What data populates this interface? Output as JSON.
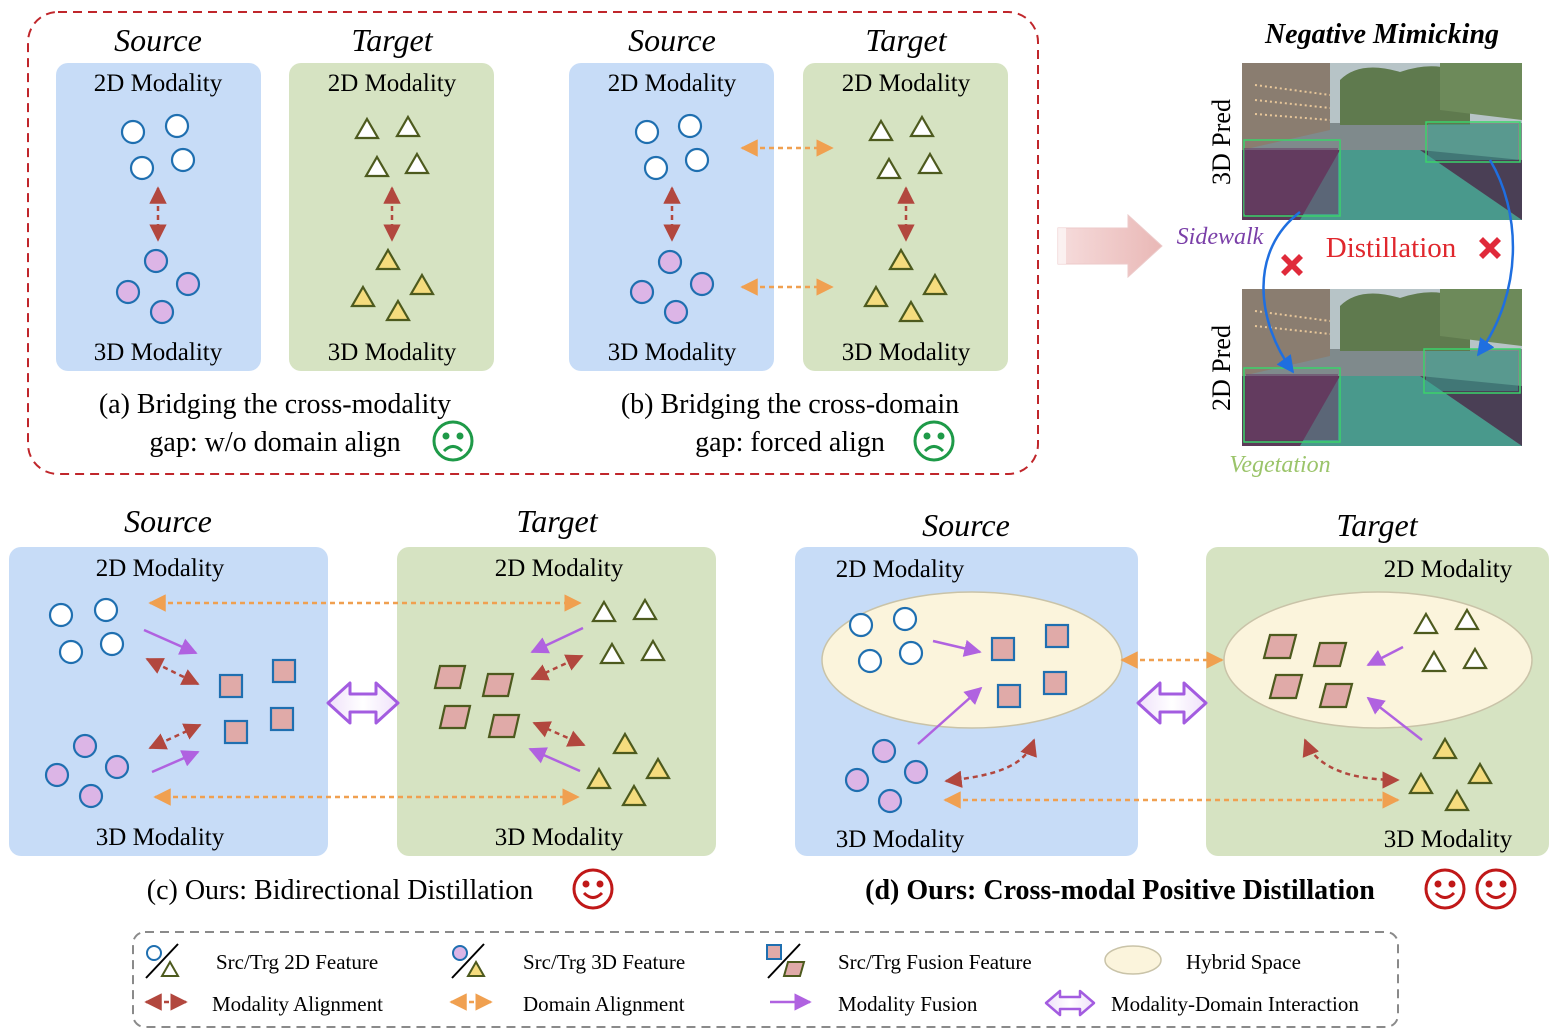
{
  "colors": {
    "source_panel": "#c7dcf7",
    "target_panel": "#d6e3c2",
    "circle_2d_stroke": "#1f6fb0",
    "circle_3d_fill": "#dcb5e6",
    "triangle_2d_fill": "#ffffff",
    "triangle_3d_fill": "#f5dc7e",
    "triangle_stroke": "#4d5a1e",
    "fusion_fill": "#e0aaa8",
    "modality_alignment": "#b2473e",
    "domain_alignment": "#f0a050",
    "modality_fusion": "#b062e0",
    "hybrid_space": "#fbf4dc",
    "sad_face": "#1e9a48",
    "happy_face": "#c01818",
    "dashed_border": "#c0262b"
  },
  "labels": {
    "source": "Source",
    "target": "Target",
    "mod_2d": "2D Modality",
    "mod_3d": "3D Modality"
  },
  "captions": {
    "a_line1": "(a) Bridging the cross-modality",
    "a_line2": "gap: w/o domain align",
    "b_line1": "(b) Bridging the cross-domain",
    "b_line2": "gap: forced align",
    "c": "(c) Ours: Bidirectional Distillation",
    "d": "(d) Ours: Cross-modal Positive Distillation"
  },
  "negative_mimicking": {
    "title": "Negative Mimicking",
    "pred_3d": "3D Pred",
    "pred_2d": "2D Pred",
    "sidewalk": "Sidewalk",
    "vegetation": "Vegetation",
    "distillation": "Distillation"
  },
  "legend": {
    "src_trg_2d": "Src/Trg 2D Feature",
    "src_trg_3d": "Src/Trg 3D Feature",
    "src_trg_fusion": "Src/Trg Fusion Feature",
    "hybrid_space": "Hybrid Space",
    "modality_alignment": "Modality Alignment",
    "domain_alignment": "Domain Alignment",
    "modality_fusion": "Modality Fusion",
    "modality_domain_interaction": "Modality-Domain Interaction"
  },
  "icons": {
    "sad_face": "sad-face-icon",
    "happy_face": "happy-face-icon",
    "cross": "red-cross-icon",
    "big_arrow": "block-arrow-icon",
    "double_arrow": "double-arrow-icon"
  }
}
